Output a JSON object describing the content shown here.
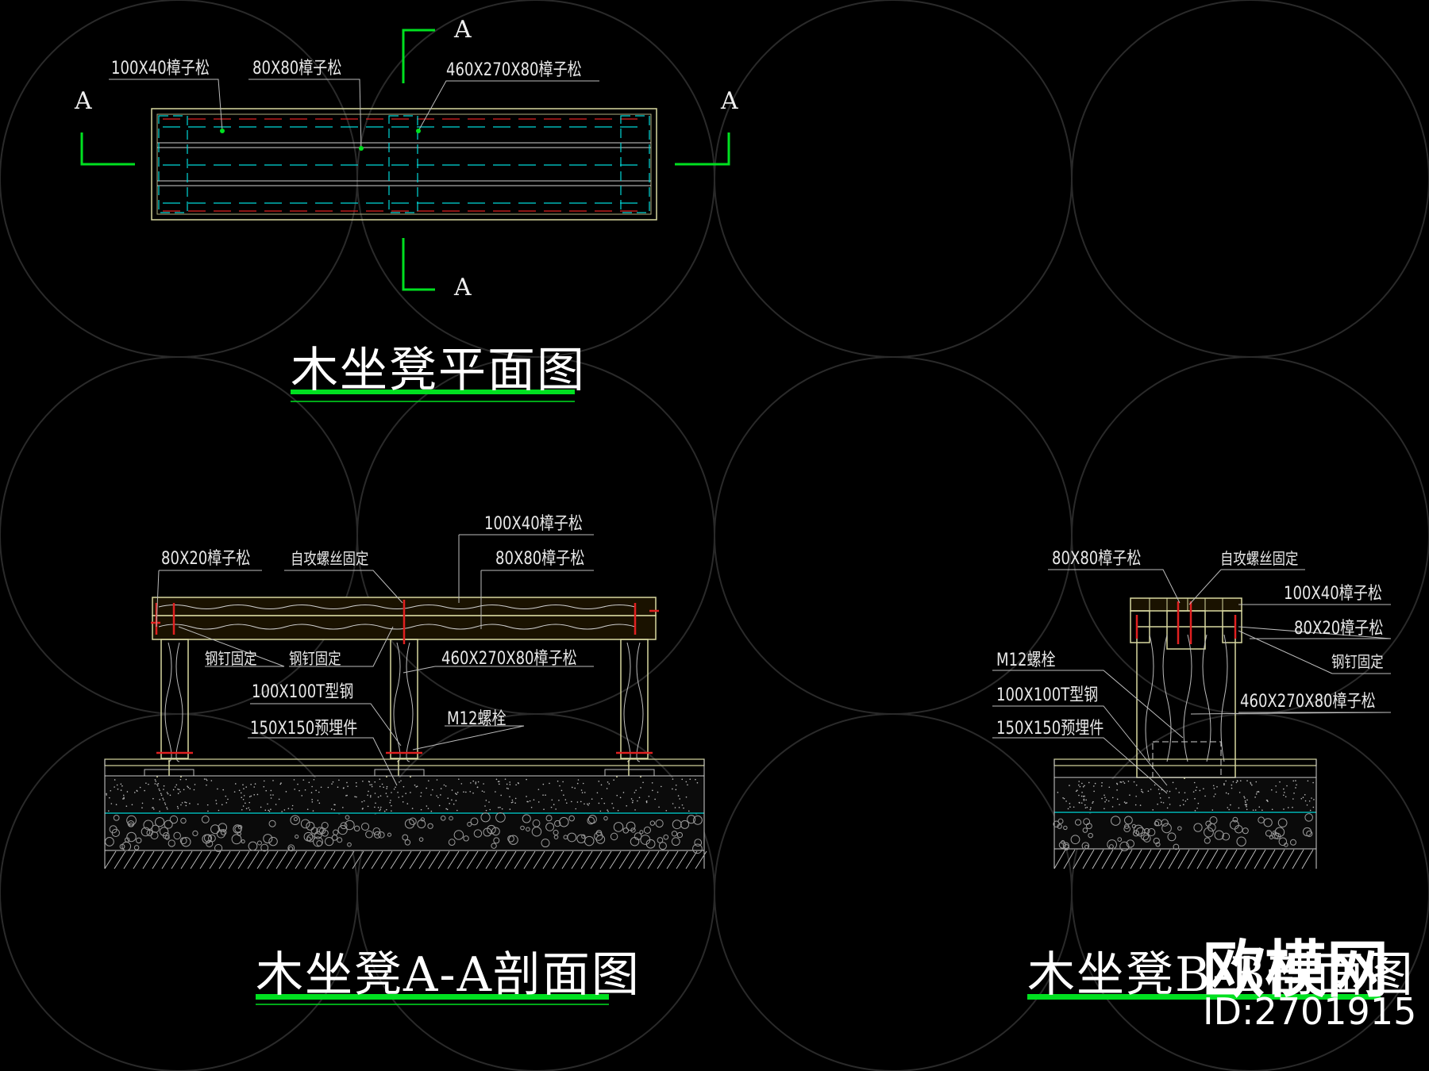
{
  "plan": {
    "title": "木坐凳平面图",
    "section_mark": "A",
    "labels": {
      "purlin_100x40": "100X40樟子松",
      "post_80x80": "80X80樟子松",
      "block_460": "460X270X80樟子松"
    }
  },
  "section_aa": {
    "title": "木坐凳A-A剖面图",
    "labels": {
      "purlin_100x40": "100X40樟子松",
      "strip_80x20": "80X20樟子松",
      "screw": "自攻螺丝固定",
      "post_80x80": "80X80樟子松",
      "nail_1": "钢钉固定",
      "nail_2": "钢钉固定",
      "block_460": "460X270X80樟子松",
      "tsteel": "100X100T型钢",
      "embed": "150X150预埋件",
      "bolt": "M12螺栓"
    }
  },
  "section_bb": {
    "title": "木坐凳B-B剖面图",
    "labels": {
      "post_80x80": "80X80樟子松",
      "screw": "自攻螺丝固定",
      "purlin_100x40": "100X40樟子松",
      "strip_80x20": "80X20樟子松",
      "bolt": "M12螺栓",
      "nail": "钢钉固定",
      "tsteel": "100X100T型钢",
      "block_460": "460X270X80樟子松",
      "embed": "150X150预埋件"
    }
  },
  "watermark": {
    "brand": "欧模网",
    "id": "ID:2701915"
  },
  "colors": {
    "background": "#000000",
    "outline": "#d8d8a0",
    "cyan": "#00d8d8",
    "red": "#e02020",
    "green": "#00e020",
    "white": "#ffffff"
  }
}
